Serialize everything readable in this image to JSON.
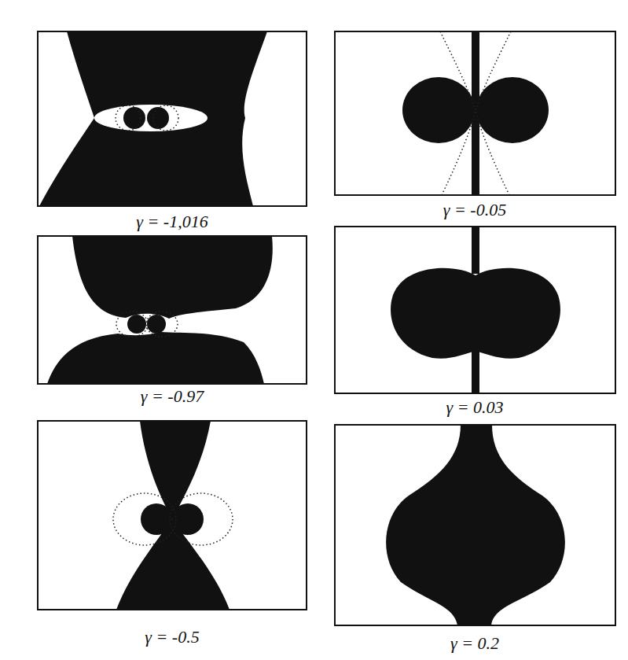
{
  "diagram": {
    "labels": [
      "γ = -1,016",
      "γ = -0.97",
      "γ = -0.5",
      "γ = -0.05",
      "γ = 0.03",
      "γ = 0.2"
    ]
  }
}
